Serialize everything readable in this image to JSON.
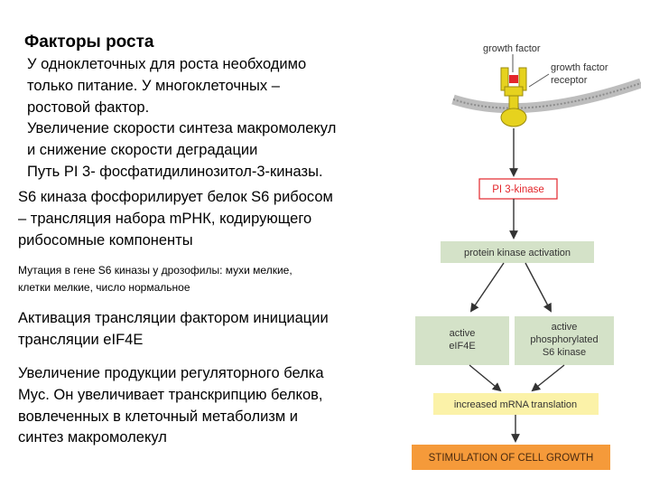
{
  "left": {
    "title": "Факторы роста",
    "p1": [
      "У одноклеточных для роста необходимо",
      "только питание. У многоклеточных –",
      "ростовой фактор.",
      "Увеличение скорости синтеза макромолекул",
      "и снижение скорости деградации",
      "Путь PI 3- фосфатидилинозитол-3-киназы."
    ],
    "p2": [
      "S6 киназа фосфорилирует белок S6 рибосом",
      "– трансляция набора mРНК, кодирующего",
      "рибосомные компоненты"
    ],
    "note": [
      "Мутация в гене S6 киназы у дрозофилы: мухи мелкие,",
      "клетки мелкие, число нормальное"
    ],
    "p3": [
      "Активация трансляции фактором инициации",
      "трансляции eIF4E"
    ],
    "p4": [
      "Увеличение продукции регуляторного белка",
      "Myc. Он увеличивает транскрипцию белков,",
      "вовлеченных в клеточный метаболизм и",
      "синтез макромолекул"
    ]
  },
  "diagram": {
    "growth_factor": "growth factor",
    "receptor": [
      "growth factor",
      "receptor"
    ],
    "pi3k": "PI 3-kinase",
    "pka": "protein kinase activation",
    "eif4e": [
      "active",
      "eIF4E"
    ],
    "s6k": [
      "active",
      "phosphorylated",
      "S6 kinase"
    ],
    "translation": "increased mRNA translation",
    "stimulation": "STIMULATION OF CELL GROWTH",
    "colors": {
      "receptor": "#e6d21e",
      "ligand": "#e3262b",
      "membrane": "#8c8c8c",
      "red": "#e3262b",
      "green_box": "#d4e2c8",
      "yellow_box": "#fbf2a8",
      "orange_box": "#f59a3a"
    }
  }
}
